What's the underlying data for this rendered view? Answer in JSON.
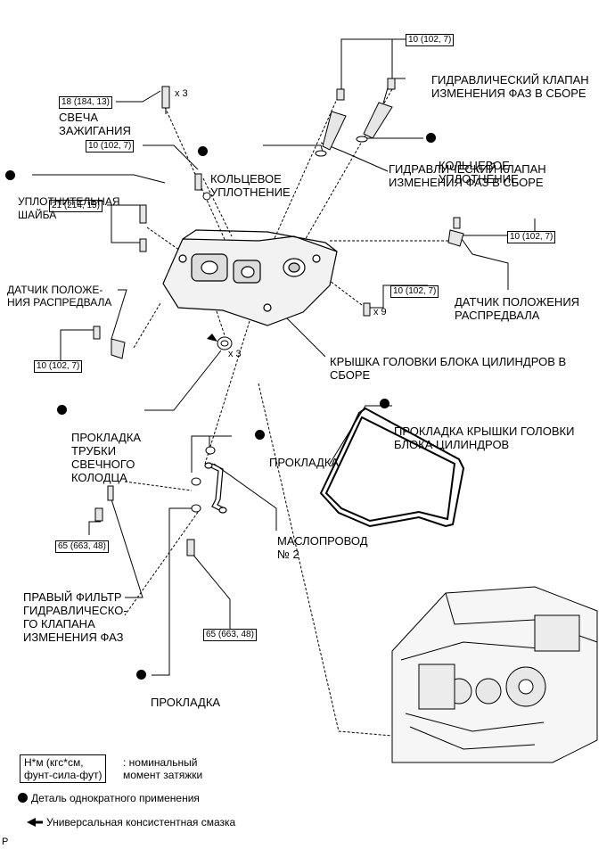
{
  "torque": {
    "t1": "10 (102, 7)",
    "t2": "18 (184, 13)",
    "t3": "10 (102, 7)",
    "t4": "21 (214, 15)",
    "t5": "10 (102, 7)",
    "t6": "10 (102, 7)",
    "t7": "10 (102, 7)",
    "t8": "65 (663, 48)",
    "t9": "65 (663, 48)"
  },
  "qty": {
    "spark": "x 3",
    "bolts": "x 9",
    "tube": "x 3"
  },
  "labels": {
    "spark_plug": "СВЕЧА\nЗАЖИГАНИЯ",
    "oring_left": "КОЛЬЦЕВОЕ\nУПЛОТНЕНИЕ",
    "seal_washer": "УПЛОТНИТЕЛЬНАЯ\nШАЙБА",
    "vvt_valve_top": "ГИДРАВЛИЧЕСКИЙ КЛАПАН\nИЗМЕНЕНИЯ ФАЗ В СБОРЕ",
    "oring_right": "КОЛЬЦЕВОЕ\nУПЛОТНЕНИЕ",
    "vvt_valve_mid": "ГИДРАВЛИЧЕСКИЙ КЛАПАН\nИЗМЕНЕНИЯ ФАЗ В СБОРЕ",
    "cam_sensor_left": "ДАТЧИК ПОЛОЖЕ-\nНИЯ РАСПРЕДВАЛА",
    "cam_sensor_right": "ДАТЧИК ПОЛОЖЕНИЯ\nРАСПРЕДВАЛА",
    "head_cover": "КРЫШКА ГОЛОВКИ БЛОКА ЦИЛИНДРОВ В\nСБОРЕ",
    "head_cover_gasket": "ПРОКЛАДКА КРЫШКИ ГОЛОВКИ\nБЛОКА ЦИЛИНДРОВ",
    "tube_gasket": "ПРОКЛАДКА\nТРУБКИ\nСВЕЧНОГО\nКОЛОДЦА",
    "gasket_upper": "ПРОКЛАДКА",
    "oil_pipe": "МАСЛОПРОВОД\n№ 2",
    "filter": "ПРАВЫЙ ФИЛЬТР\nГИДРАВЛИЧЕСКО-\nГО КЛАПАНА\nИЗМЕНЕНИЯ ФАЗ",
    "gasket_lower": "ПРОКЛАДКА"
  },
  "legend": {
    "unit": "Н*м (кгс*см,\nфунт-сила-фут)",
    "unit_desc": ": номинальный\nмомент затяжки",
    "one_time": "Деталь однократного применения",
    "grease": "Универсальная консистентная смазка"
  },
  "corner_mark": "P"
}
